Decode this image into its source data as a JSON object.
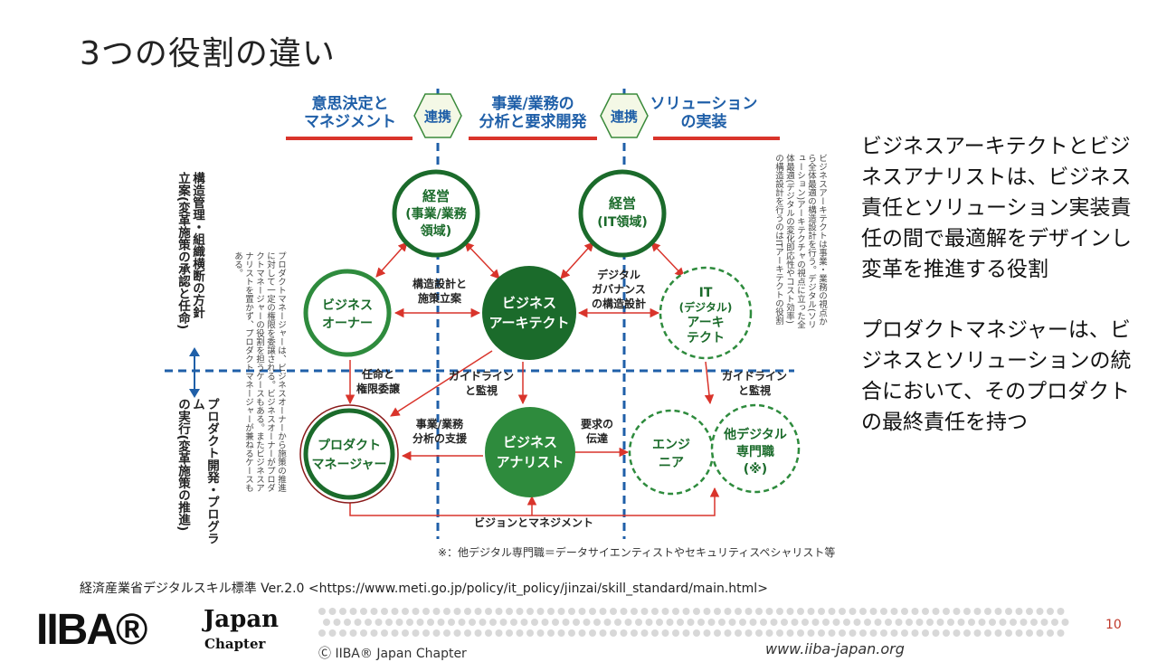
{
  "slide": {
    "title": "3つの役割の違い",
    "page_number": "10"
  },
  "diagram": {
    "headers": [
      {
        "line1": "意思決定と",
        "line2": "マネジメント"
      },
      {
        "line1": "事業/業務の",
        "line2": "分析と要求開発"
      },
      {
        "line1": "ソリューション",
        "line2": "の実装"
      }
    ],
    "link_label": "連携",
    "nodes": {
      "exec_business": {
        "line1": "経営",
        "line2": "(事業/業務",
        "line3": "領域)"
      },
      "exec_it": {
        "line1": "経営",
        "line2": "(IT領域)"
      },
      "business_owner": {
        "line1": "ビジネス",
        "line2": "オーナー"
      },
      "business_architect": {
        "line1": "ビジネス",
        "line2": "アーキテクト"
      },
      "it_architect": {
        "line1": "IT",
        "line2": "(デジタル)",
        "line3": "アーキ",
        "line4": "テクト"
      },
      "product_manager": {
        "line1": "プロダクト",
        "line2": "マネージャー"
      },
      "business_analyst": {
        "line1": "ビジネス",
        "line2": "アナリスト"
      },
      "engineer": {
        "line1": "エンジ",
        "line2": "ニア"
      },
      "other_digital": {
        "line1": "他デジタル",
        "line2": "専門職",
        "line3": "(※)"
      }
    },
    "edge_labels": {
      "structure_design": {
        "line1": "構造設計と",
        "line2": "施策立案"
      },
      "digital_governance": {
        "line1": "デジタル",
        "line2": "ガバナンス",
        "line3": "の構造設計"
      },
      "delegation": {
        "line1": "任命と",
        "line2": "権限委譲"
      },
      "guidelines_center": {
        "line1": "ガイドライン",
        "line2": "と監視"
      },
      "guidelines_right": {
        "line1": "ガイドライン",
        "line2": "と監視"
      },
      "business_support": {
        "line1": "事業/業務",
        "line2": "分析の支援"
      },
      "requirements": {
        "line1": "要求の",
        "line2": "伝達"
      },
      "vision": "ビジョンとマネジメント"
    },
    "left_axis": {
      "top_line1": "構造管理・組織横断の方針",
      "top_line2": "立案(変革施策の承認と任命)",
      "bottom_line1": "プロダクト開発・プログラム",
      "bottom_line2": "の実行(変革施策の推進)"
    },
    "note_left": "プロダクトマネージャーは、ビジネスオーナーから施策の推進に対して一定の権限を委譲される。ビジネスオーナーがプロダクトマネージャーの役割を担うケースもある。またビジネスアナリストを置かず、プロダクトマネージャーが兼ねるケースもある。",
    "note_right": "ビジネスアーキテクトは事業・業務の視点から全体最適の構造設計を行う。デジタル(ソリューション)アーキテクチャの視点に立った全体最適(デジタルの変化即応性やコスト効率)の構造設計を行うのはITアーキテクトの役割",
    "footnote": "※：他デジタル専門職＝データサイエンティストやセキュリティスペシャリスト等"
  },
  "right_text": {
    "p1": "ビジネスアーキテクトとビジネスアナリストは、ビジネス責任とソリューション実装責任の間で最適解をデザインし変革を推進する役割",
    "p2": "プロダクトマネジャーは、ビジネスとソリューションの統合において、そのプロダクトの最終責任を持つ"
  },
  "footer": {
    "source": "経済産業省デジタルスキル標準 Ver.2.0 <https://www.meti.go.jp/policy/it_policy/jinzai/skill_standard/main.html>",
    "logo_text": "IIBA®",
    "logo_word": "Japan",
    "logo_sub": "Chapter",
    "copyright": "Ⓒ IIBA® Japan Chapter",
    "website": "www.iiba-japan.org"
  },
  "colors": {
    "dark_green": "#1b6b2b",
    "mid_green": "#2e8b3d",
    "node_red": "#c0392b",
    "header_red": "#d9342b",
    "divider_blue": "#1f5fa8",
    "link_green": "#3a8a3a",
    "dot_gray": "#d8d8d8"
  }
}
